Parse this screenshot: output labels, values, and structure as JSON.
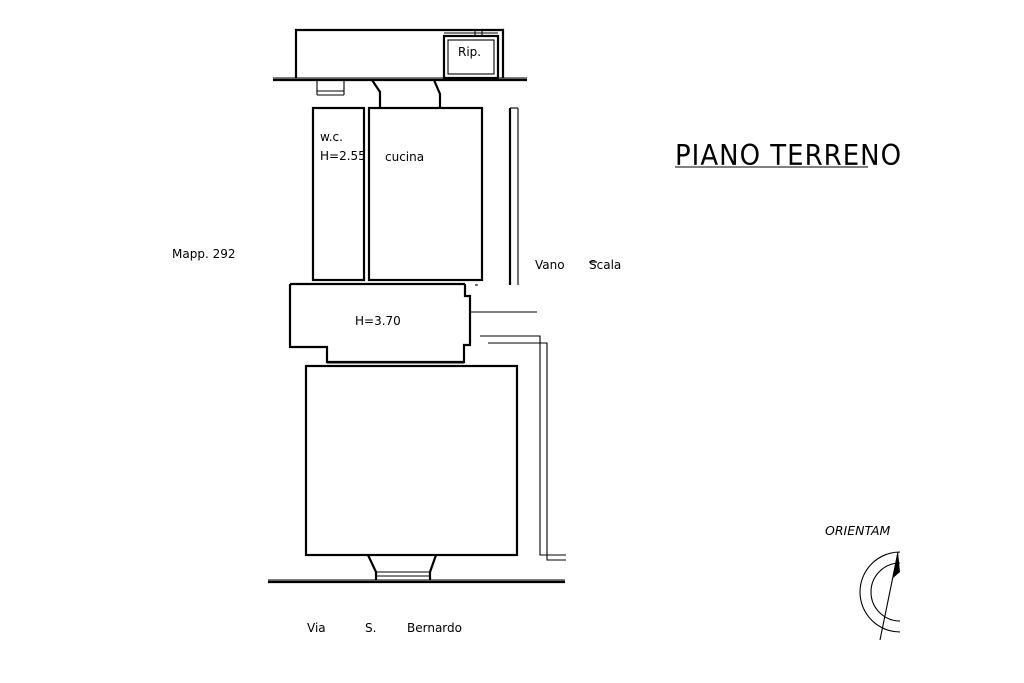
{
  "plan": {
    "title": "PIANO TERRENO",
    "rooms": {
      "storage": "Rip.",
      "wc_name": "w.c.",
      "wc_height": "H=2.55",
      "kitchen": "cucina",
      "hall_height": "H=3.70"
    },
    "labels": {
      "parcel": "Mapp. 292",
      "stair_1": "Vano",
      "stair_2": "Scala",
      "street_1": "Via",
      "street_2": "S.",
      "street_3": "Bernardo"
    },
    "orientation_label": "ORIENTAM"
  }
}
